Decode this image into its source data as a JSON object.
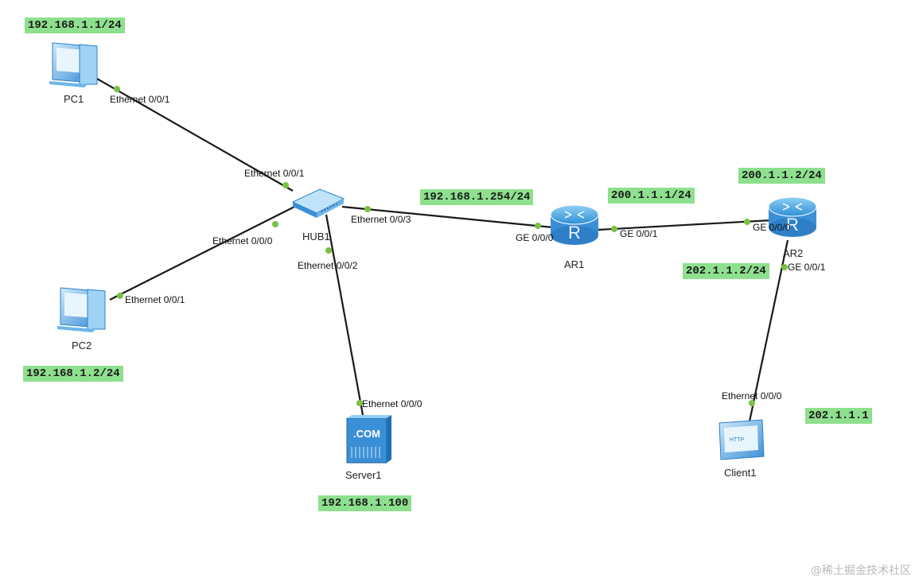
{
  "devices": {
    "pc1": {
      "label": "PC1"
    },
    "pc2": {
      "label": "PC2"
    },
    "hub1": {
      "label": "HUB1"
    },
    "server1": {
      "label": "Server1",
      "badge": ".COM"
    },
    "ar1": {
      "label": "AR1"
    },
    "ar2": {
      "label": "AR2"
    },
    "client1": {
      "label": "Client1",
      "badge": "HTTP"
    }
  },
  "ip_labels": {
    "pc1": "192.168.1.1/24",
    "pc2": "192.168.1.2/24",
    "ar1_lan": "192.168.1.254/24",
    "ar1_wan": "200.1.1.1/24",
    "ar2_wan": "200.1.1.2/24",
    "ar2_lan": "202.1.1.2/24",
    "server1": "192.168.1.100",
    "client1": "202.1.1.1"
  },
  "ports": {
    "pc1_eth": "Ethernet 0/0/1",
    "hub_to_pc1": "Ethernet 0/0/1",
    "hub_to_pc2": "Ethernet 0/0/0",
    "pc2_eth": "Ethernet 0/0/1",
    "hub_to_ar1": "Ethernet 0/0/3",
    "hub_to_server": "Ethernet 0/0/2",
    "server_eth": "Ethernet 0/0/0",
    "ar1_ge000": "GE 0/0/0",
    "ar1_ge001": "GE 0/0/1",
    "ar2_ge000": "GE 0/0/0",
    "ar2_ge001": "GE 0/0/1",
    "client_eth": "Ethernet 0/0/0"
  },
  "colors": {
    "ip_label_bg": "#8ee08e",
    "link": "#1a1a1a",
    "port_dot": "#7ac143",
    "device_blue": "#5aa9e6"
  },
  "watermark": "@稀土掘金技术社区"
}
